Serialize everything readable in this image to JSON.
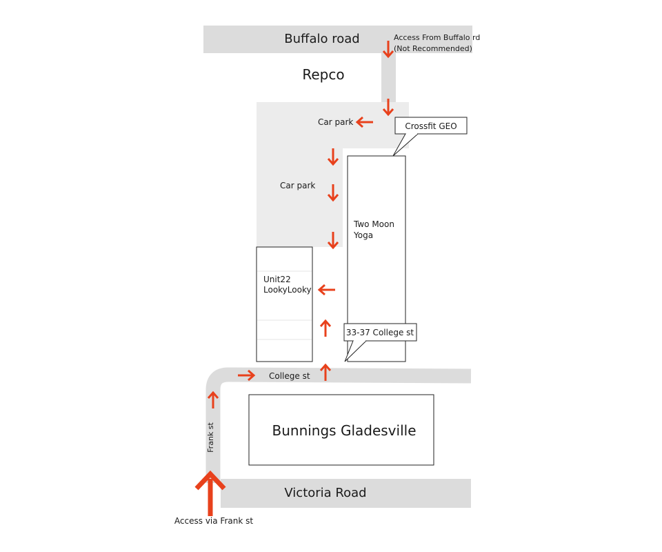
{
  "roads": {
    "buffalo": "Buffalo road",
    "victoria": "Victoria Road",
    "college": "College st",
    "frank": "Frank st"
  },
  "places": {
    "repco": "Repco",
    "car_park_top": "Car park",
    "car_park_mid": "Car park",
    "two_moon_line1": "Two Moon",
    "two_moon_line2": "Yoga",
    "unit22_line1": "Unit22",
    "unit22_line2": "LookyLooky",
    "bunnings": "Bunnings Gladesville"
  },
  "callouts": {
    "crossfit": "Crossfit GEO",
    "college_address": "33-37 College st"
  },
  "notes": {
    "buffalo_access_line1": "Access From Buffalo rd",
    "buffalo_access_line2": "(Not Recommended)",
    "frank_access": "Access via Frank st"
  },
  "colors": {
    "road": "#dcdcdc",
    "carpark": "#ececec",
    "arrow": "#e8411c",
    "outline": "#222222"
  },
  "icons": [
    "arrow-down-icon",
    "arrow-left-icon",
    "arrow-right-icon",
    "arrow-up-icon"
  ]
}
